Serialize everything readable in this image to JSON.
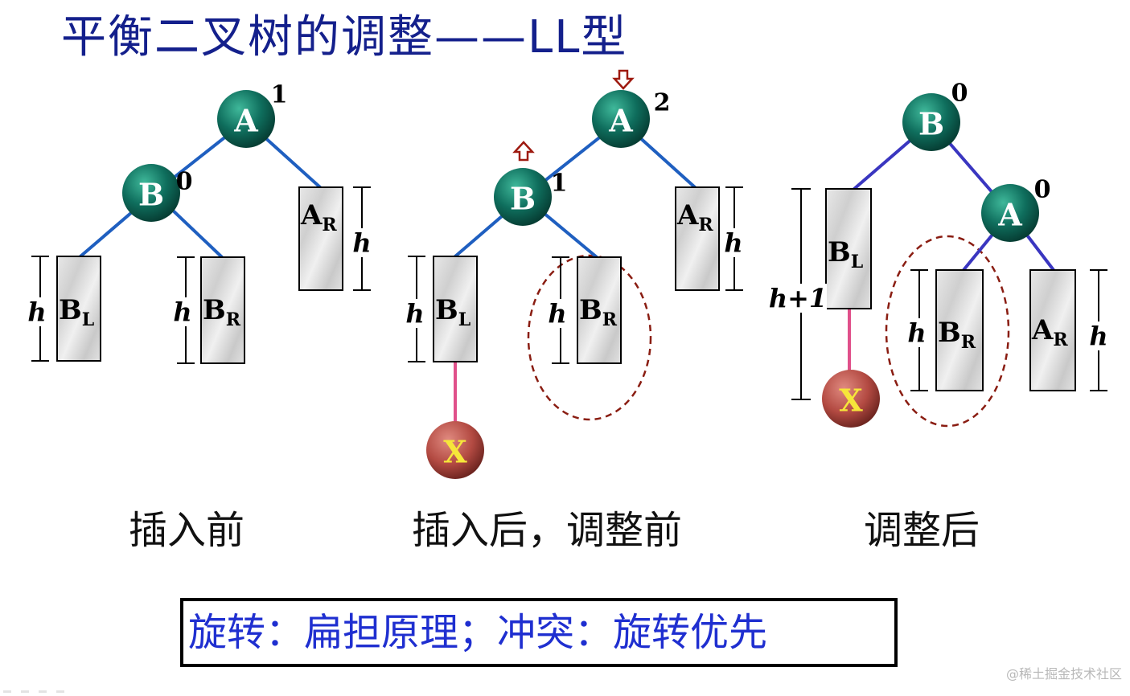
{
  "title": "平衡二叉树的调整——LL型",
  "panels": [
    {
      "id": "before",
      "caption": "插入前",
      "nodes": [
        {
          "key": "A",
          "label": "A",
          "bf": "1"
        },
        {
          "key": "B",
          "label": "B",
          "bf": "0"
        }
      ],
      "subtrees": [
        {
          "key": "BL",
          "base": "B",
          "sub": "L",
          "height": "h"
        },
        {
          "key": "BR",
          "base": "B",
          "sub": "R",
          "height": "h"
        },
        {
          "key": "AR",
          "base": "A",
          "sub": "R",
          "height": "h"
        }
      ]
    },
    {
      "id": "after-insert",
      "caption": "插入后，调整前",
      "nodes": [
        {
          "key": "A",
          "label": "A",
          "bf": "2"
        },
        {
          "key": "B",
          "label": "B",
          "bf": "1"
        },
        {
          "key": "X",
          "label": "X"
        }
      ],
      "subtrees": [
        {
          "key": "BL",
          "base": "B",
          "sub": "L",
          "height": "h"
        },
        {
          "key": "BR",
          "base": "B",
          "sub": "R",
          "height": "h"
        },
        {
          "key": "AR",
          "base": "A",
          "sub": "R",
          "height": "h"
        }
      ]
    },
    {
      "id": "after-adjust",
      "caption": "调整后",
      "nodes": [
        {
          "key": "B",
          "label": "B",
          "bf": "0"
        },
        {
          "key": "A",
          "label": "A",
          "bf": "0"
        },
        {
          "key": "X",
          "label": "X"
        }
      ],
      "subtrees": [
        {
          "key": "BL",
          "base": "B",
          "sub": "L",
          "height": "h+1"
        },
        {
          "key": "BR",
          "base": "B",
          "sub": "R",
          "height": "h"
        },
        {
          "key": "AR",
          "base": "A",
          "sub": "R",
          "height": "h"
        }
      ]
    }
  ],
  "rule": "旋转：扁担原理；冲突：旋转优先",
  "watermark": "@稀土掘金技术社区",
  "colors": {
    "title": "#14208c",
    "rule": "#1f2fd0",
    "edge": "#1f5fc0",
    "edge_after": "#3a36c0",
    "x_edge": "#e0508a",
    "node_fill": "#0f6e5d",
    "x_fill": "#b34a42",
    "x_text": "#f6e63a",
    "marker": "#9e1a10",
    "ellipse": "#8a1d12"
  }
}
